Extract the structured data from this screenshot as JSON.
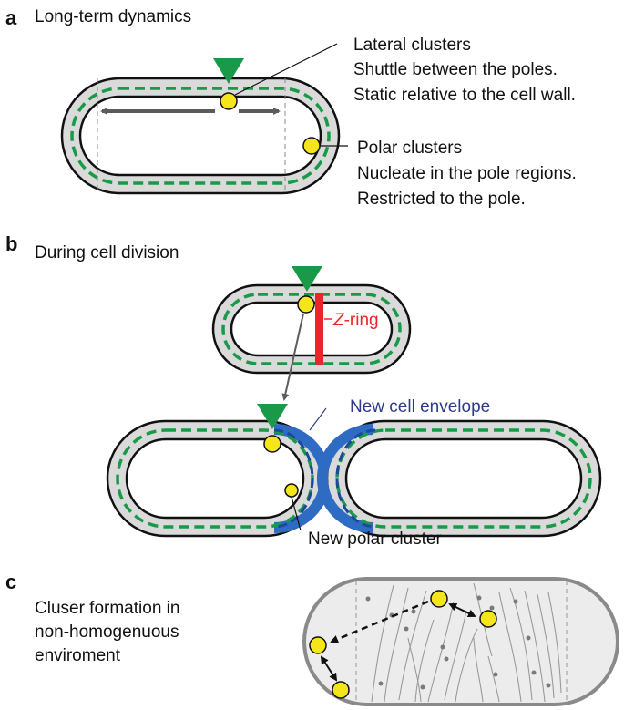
{
  "panels": {
    "a": {
      "letter": "a",
      "title": "Long-term dynamics",
      "lateral": [
        "Lateral clusters",
        "Shuttle between the poles.",
        "Static relative to the cell wall."
      ],
      "polar": [
        "Polar clusters",
        "Nucleate in the pole regions.",
        "Restricted to the pole."
      ]
    },
    "b": {
      "letter": "b",
      "title": "During cell division",
      "zring_italic": "Z",
      "zring_rest": "-ring",
      "new_envelope": "New cell envelope",
      "new_polar": "New polar cluster"
    },
    "c": {
      "letter": "c",
      "title": [
        "Cluser formation in",
        "non-homogenuous",
        "enviroment"
      ]
    }
  },
  "colors": {
    "membrane_green": "#1a9a48",
    "periplasm": "#dadada",
    "cluster_yellow": "#f5e61c",
    "zring_red": "#e8262b",
    "envelope_blue": "#2e6cc4",
    "envelope_label": "#2e3a8c",
    "arrow_grey": "#5c5c5c",
    "cell_fill_c": "#ececec",
    "cell_outline_c": "#8a8a8a"
  },
  "icons": {
    "marker": "down-triangle-marker",
    "cluster": "circle-cluster"
  }
}
